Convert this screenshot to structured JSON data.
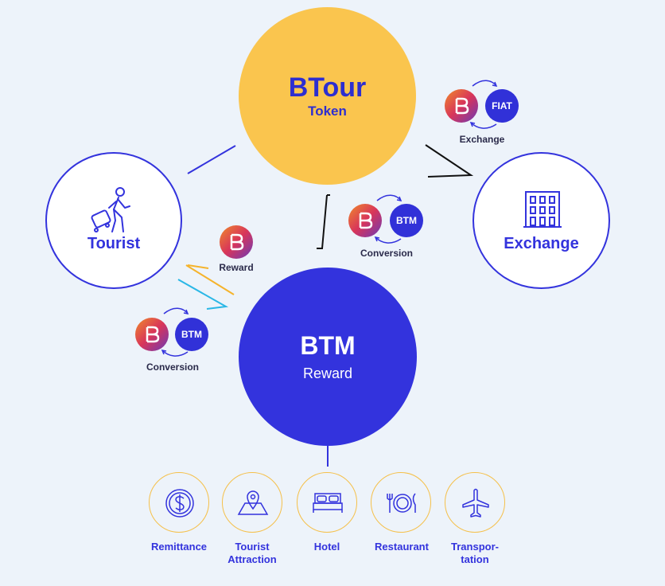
{
  "btour": {
    "title": "BTour",
    "subtitle": "Token"
  },
  "btm": {
    "title": "BTM",
    "subtitle": "Reward"
  },
  "tourist": {
    "label": "Tourist"
  },
  "exchange": {
    "label": "Exchange"
  },
  "exchange_badge": {
    "coin_label": "FIAT",
    "caption": "Exchange"
  },
  "conversion_center": {
    "coin_label": "BTM",
    "caption": "Conversion"
  },
  "conversion_left": {
    "coin_label": "BTM",
    "caption": "Conversion"
  },
  "reward_badge": {
    "caption": "Reward"
  },
  "services": [
    {
      "label": "Remittance",
      "icon": "dollar-coin-icon"
    },
    {
      "label": "Tourist Attraction",
      "icon": "map-pin-icon"
    },
    {
      "label": "Hotel",
      "icon": "bed-icon"
    },
    {
      "label": "Restaurant",
      "icon": "plate-cutlery-icon"
    },
    {
      "label": "Transpor-tation",
      "icon": "airplane-icon"
    }
  ],
  "colors": {
    "primary": "#3333dd",
    "token": "#fac54e",
    "background": "#edf3fa",
    "service_ring": "#f5c04a",
    "flow_cyan": "#2ab7e6"
  }
}
